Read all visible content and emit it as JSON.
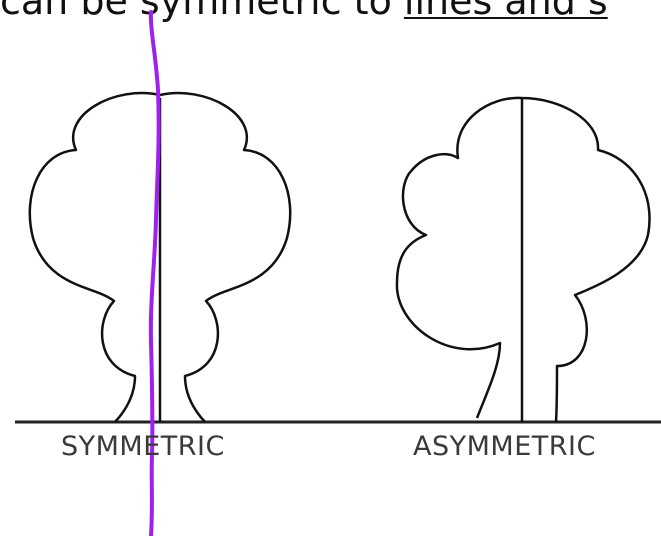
{
  "heading": {
    "plain": "can be symmetric to ",
    "underlined": "lines and s"
  },
  "labels": {
    "symmetric": "SYMMETRIC",
    "asymmetric": "ASYMMETRIC"
  },
  "colors": {
    "outline": "#111111",
    "annotation": "#a020f0",
    "label_text": "#3a3a3a"
  }
}
